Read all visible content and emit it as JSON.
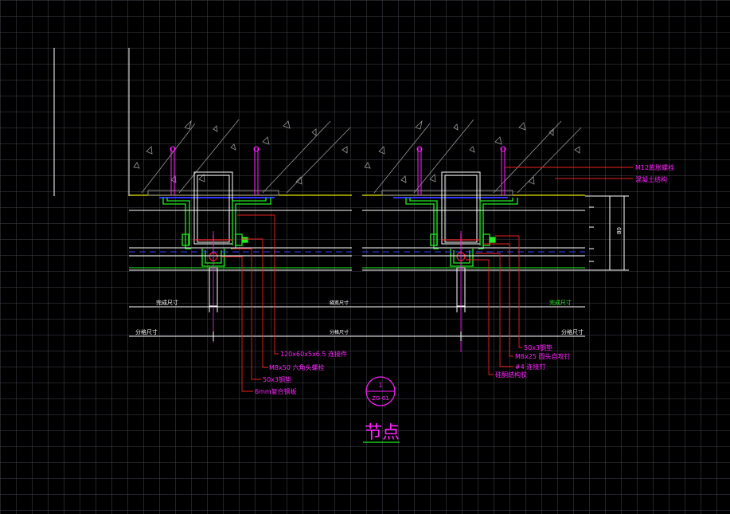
{
  "drawing": {
    "title": "节点",
    "detail_marker": {
      "number": "1",
      "sheet": "ZG-01"
    },
    "colors": {
      "background": "#000000",
      "white": "#ffffff",
      "yellow": "#e8e800",
      "green": "#22ee22",
      "magenta": "#ff22ff",
      "red": "#ee2222",
      "blue": "#3333ff",
      "cyan": "#22cccc",
      "grey": "#8a8a8a"
    },
    "callouts_left": [
      "120x60x5x6.5 连接件",
      "M8x50 六角头螺栓",
      "50x3钢垫",
      "6mm复合钢板"
    ],
    "callouts_right_bottom": [
      "50x3钢垫",
      "M8x25 圆头自攻钉",
      "#4 连接钉",
      "硅酮结构胶"
    ],
    "callouts_right_top": [
      "M12膨胀螺栓",
      "混凝土结构"
    ],
    "dims": {
      "left_upper": "完成尺寸",
      "left_lower": "分格尺寸",
      "center_upper": "缝宽尺寸",
      "center_lower": "分格尺寸",
      "right_upper": "完成尺寸",
      "right_lower": "分格尺寸",
      "vertical": "80"
    }
  }
}
